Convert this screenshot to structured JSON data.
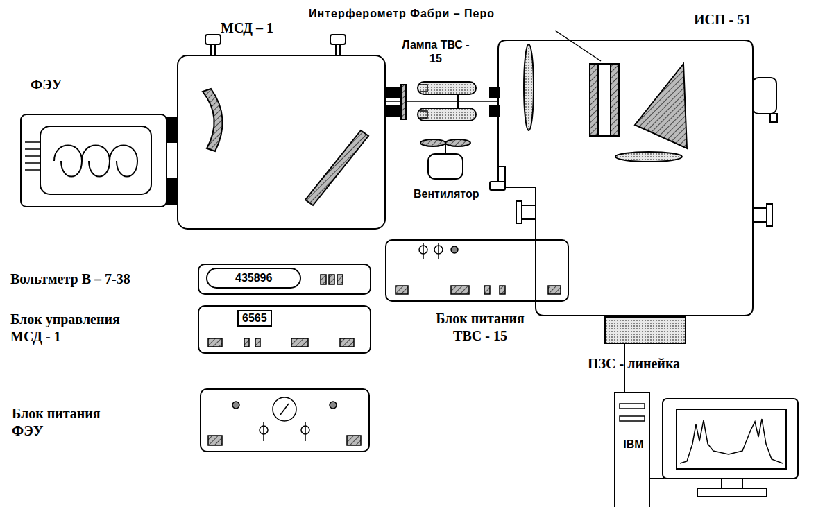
{
  "diagram": {
    "nodes": [
      {
        "text": [
          "МСД – 1"
        ]
      },
      {
        "text": [
          "ИСП - 51"
        ]
      },
      {
        "text": [
          "ФЭУ"
        ]
      },
      {
        "text": [
          "Вольтметр В – 7-38",
          "435896"
        ]
      },
      {
        "text": [
          "Блок управления МСД - 1",
          "6565"
        ]
      },
      {
        "text": [
          "Блок питания ТВС - 15"
        ]
      },
      {
        "text": [
          "ПЗС - линейка"
        ]
      },
      {
        "text": [
          "Блок питания ФЭУ"
        ]
      },
      {
        "text": [
          "IBM"
        ]
      }
    ],
    "edges": [
      {
        "from": 6,
        "to": 8,
        "arrow": "none"
      }
    ],
    "labels": [
      "Интерферометр Фабри – Перо",
      "Лампа ТВС - 15",
      "Вентилятор"
    ]
  }
}
